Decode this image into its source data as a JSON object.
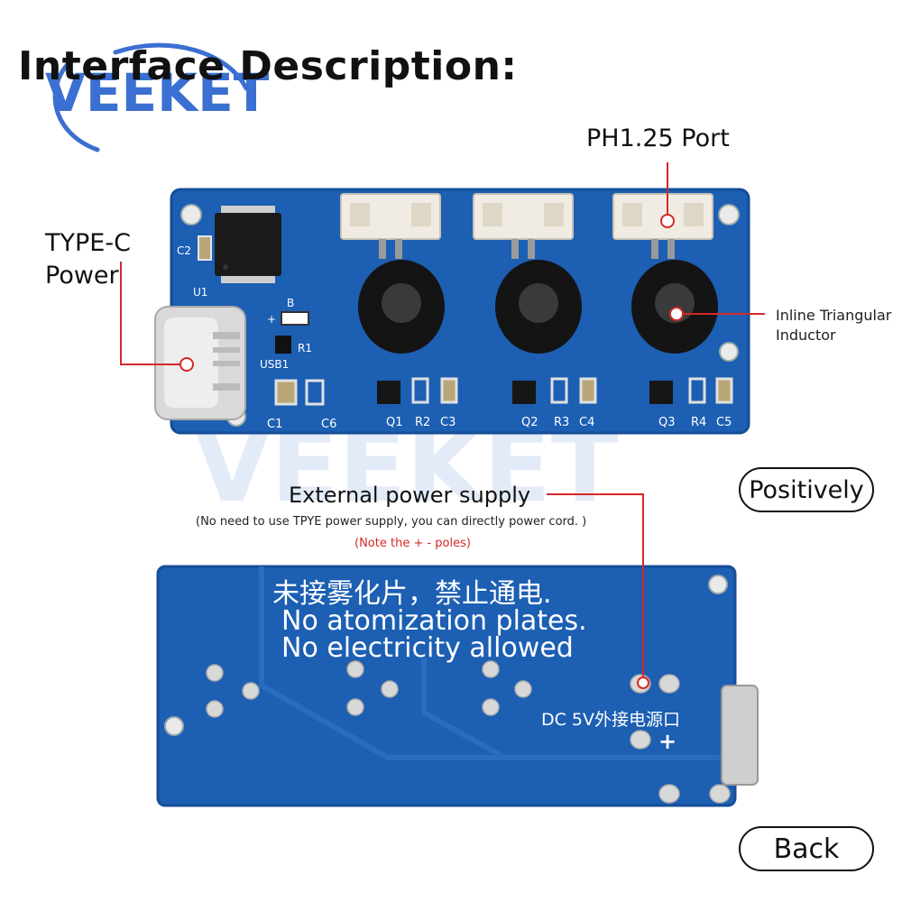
{
  "title": "Interface Description:",
  "logo": {
    "text": "VEEKET"
  },
  "watermark": {
    "text": "VEEKET"
  },
  "labels": {
    "ph_port": "PH1.25 Port",
    "typec_line1": "TYPE-C",
    "typec_line2": "Power",
    "inductor_line1": "Inline Triangular",
    "inductor_line2": "Inductor",
    "ext_power": "External power supply",
    "ext_power_sub": "(No need to use TPYE power supply, you can directly power cord. )",
    "ext_power_note": "(Note the + - poles)"
  },
  "buttons": {
    "front": "Positively",
    "back": "Back"
  },
  "front_silkscreen": {
    "c2": "C2",
    "u1": "U1",
    "b": "B",
    "plus": "+",
    "r1": "R1",
    "usb1": "USB1",
    "c1": "C1",
    "c6": "C6",
    "q1": "Q1",
    "r2": "R2",
    "c3": "C3",
    "q2": "Q2",
    "r3": "R3",
    "c4": "C4",
    "q3": "Q3",
    "r4": "R4",
    "c5": "C5"
  },
  "back_silkscreen": {
    "cn": "未接雾化片，禁止通电.",
    "line1": "No atomization plates.",
    "line2": "No electricity allowed",
    "dc": "DC 5V外接电源口"
  },
  "colors": {
    "pcb": "#1c5fb3",
    "pcb_dark": "#154e98",
    "callout": "#d62828",
    "pad": "#d8d8d8"
  }
}
